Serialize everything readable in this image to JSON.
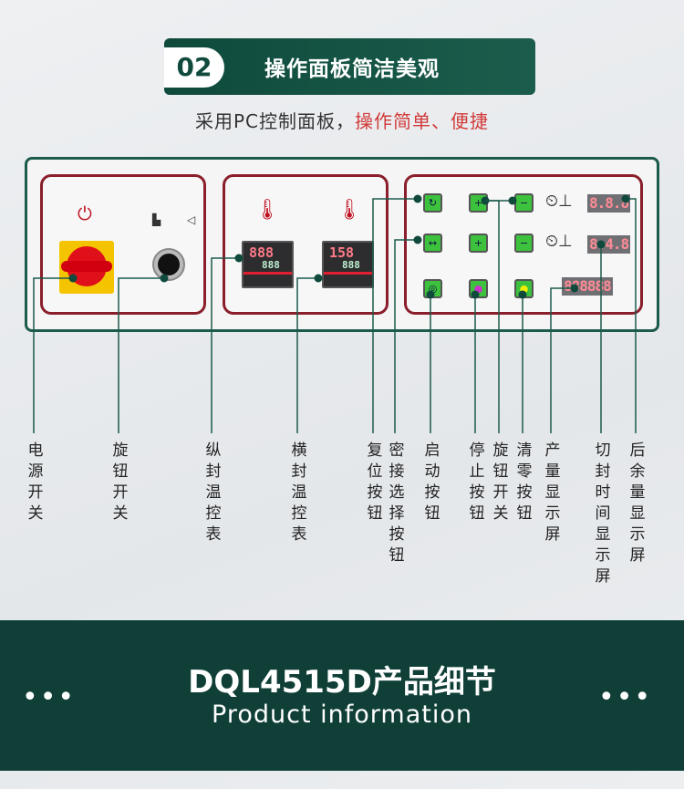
{
  "header": {
    "number": "02",
    "title": "操作面板简洁美观",
    "subtitle_plain": "采用PC控制面板，",
    "subtitle_highlight": "操作简单、便捷"
  },
  "panel": {
    "temp_displays": [
      {
        "top": "888",
        "bottom": "888"
      },
      {
        "top": "158",
        "bottom": "888"
      }
    ],
    "segment_displays": [
      "8.8.8",
      "8.4.8",
      "888888"
    ]
  },
  "labels": [
    "电源开关",
    "旋钮开关",
    "纵封温控表",
    "横封温控表",
    "复位按钮",
    "密接选择按钮",
    "启动按钮",
    "停止按钮",
    "旋钮开关",
    "清零按钮",
    "产量显示屏",
    "切封时间显示屏",
    "后余量显示屏"
  ],
  "footer": {
    "title": "DQL4515D产品细节",
    "subtitle": "Product information",
    "dots_left": "•••",
    "dots_right": "•••"
  },
  "colors": {
    "brand": "#0f4a3c",
    "accent_red": "#d23a3a",
    "button_green": "#3cc23c"
  }
}
